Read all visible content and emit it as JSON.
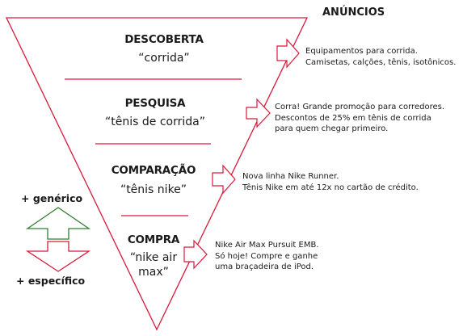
{
  "header": {
    "title": "ANÚNCIOS"
  },
  "stages": [
    {
      "name": "DESCOBERTA",
      "query": "“corrida”"
    },
    {
      "name": "PESQUISA",
      "query": "“tênis de corrida”"
    },
    {
      "name": "COMPARAÇÃO",
      "query": "“tênis nike”"
    },
    {
      "name": "COMPRA",
      "query_lines": [
        "“nike air",
        "max”"
      ]
    }
  ],
  "ads": [
    {
      "lines": [
        "Equipamentos para corrida.",
        "Camisetas, calções, tênis, isotônicos."
      ]
    },
    {
      "lines": [
        "Corra! Grande promoção para corredores.",
        "Descontos de 25% em tênis de corrida",
        "para quem chegar primeiro."
      ]
    },
    {
      "lines": [
        "Nova linha Nike Runner.",
        "Tênis Nike em até 12x no cartão de crédito."
      ]
    },
    {
      "lines": [
        "Nike Air Max Pursuit EMB.",
        "Só hoje! Compre e ganhe",
        "uma braçadeira de iPod."
      ]
    }
  ],
  "legend": {
    "generic": "+ genérico",
    "specific": "+ específico"
  },
  "colors": {
    "funnel": "#d8193b",
    "up_arrow": "#2e7d32",
    "down_arrow": "#d8193b",
    "text": "#1a1a1a"
  }
}
